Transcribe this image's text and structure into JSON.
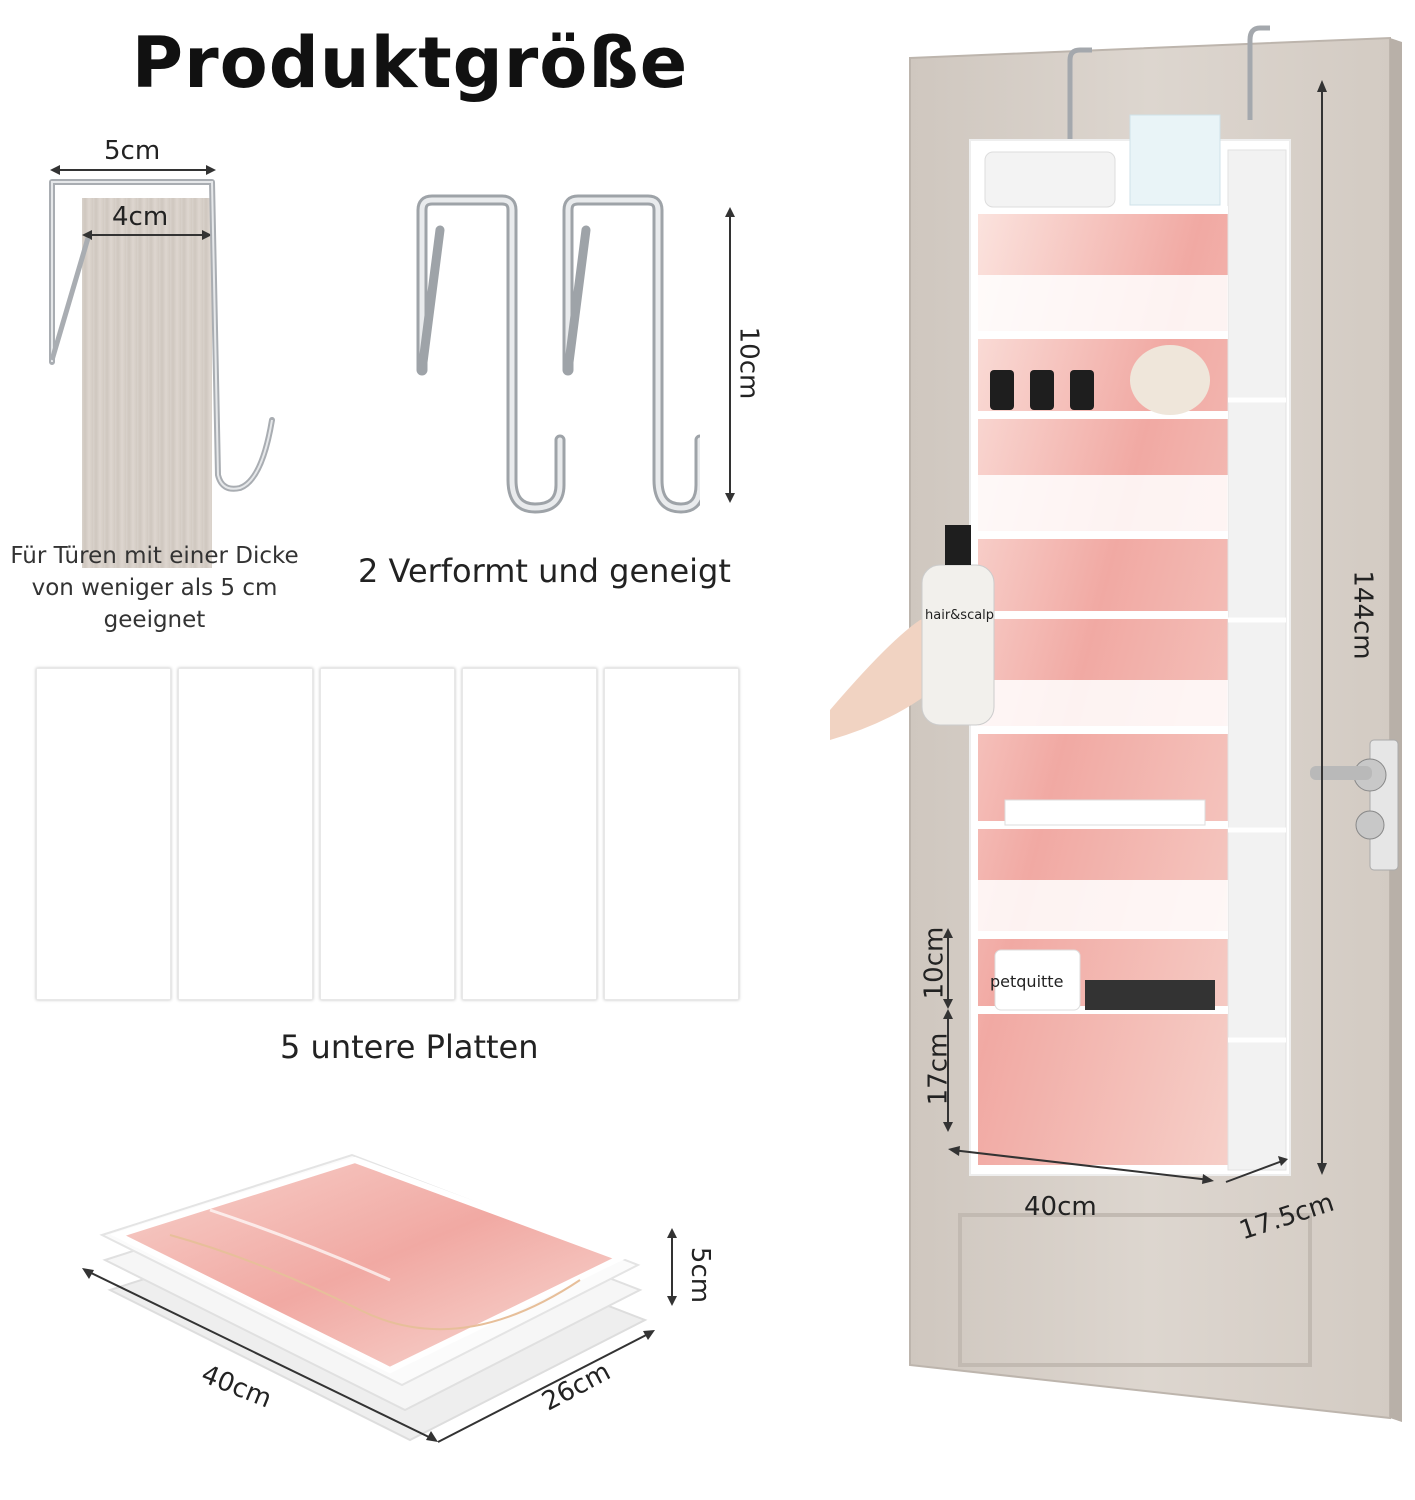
{
  "title": "Produktgröße",
  "hook_detail": {
    "outer_width": "5cm",
    "inner_width": "4cm",
    "caption": "Für Türen mit einer Dicke von weniger als 5 cm geeignet"
  },
  "hooks_pair": {
    "height": "10cm",
    "caption": "2 Verformt und geneigt"
  },
  "boards": {
    "count": 5,
    "caption": "5 untere Platten"
  },
  "folded": {
    "length": "40cm",
    "depth": "26cm",
    "thickness": "5cm"
  },
  "organizer": {
    "height": "144cm",
    "width": "40cm",
    "depth": "17.5cm",
    "pocket_small": "10cm",
    "pocket_large": "17cm",
    "shelf_count": 8,
    "bottle_text": "hair&scalp",
    "pack_text": "petquitte"
  },
  "colors": {
    "accent_pink": "#f1a9a3",
    "door": "#d8d0c8",
    "hook_metal": "#c9ccd0"
  }
}
